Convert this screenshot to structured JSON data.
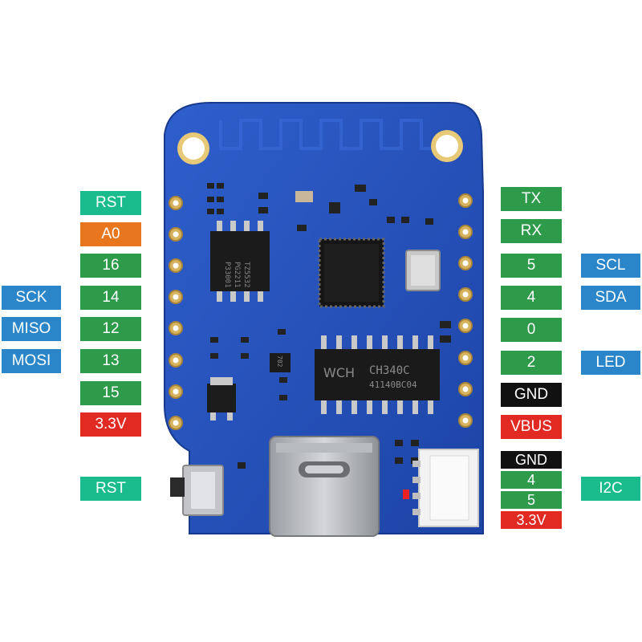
{
  "colors": {
    "reset": "#1ABC8E",
    "analog": "#E8761F",
    "gpio": "#2E9B4B",
    "function": "#2A86C8",
    "ground": "#111111",
    "power": "#E02A22",
    "pcb": "#2450B8"
  },
  "left_pins": [
    "RST",
    "A0",
    "16",
    "14",
    "12",
    "13",
    "15",
    "3.3V"
  ],
  "left_functions": {
    "sck": "SCK",
    "miso": "MISO",
    "mosi": "MOSI"
  },
  "right_pins": [
    "TX",
    "RX",
    "5",
    "4",
    "0",
    "2",
    "GND",
    "VBUS"
  ],
  "right_functions": {
    "scl": "SCL",
    "sda": "SDA",
    "led": "LED"
  },
  "reset_button": "RST",
  "i2c_connector": {
    "pins": [
      "GND",
      "4",
      "5",
      "3.3V"
    ],
    "label": "I2C"
  },
  "chips": {
    "regulator_line1": "TZ5532",
    "regulator_line2": "PG2211",
    "regulator_line3": "P33001",
    "usb_chip_brand": "WCH",
    "usb_chip_name": "CH340C",
    "usb_chip_code": "41140BC04",
    "small_marking": "702"
  }
}
